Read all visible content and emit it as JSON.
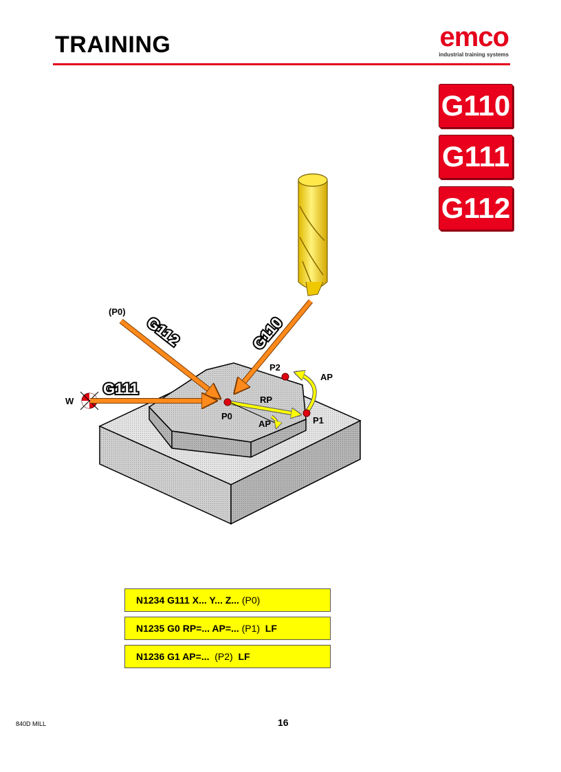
{
  "header": {
    "title": "TRAINING"
  },
  "logo": {
    "word": "emco",
    "tagline": "industrial training systems",
    "color": "#e4001b"
  },
  "badges": [
    "G110",
    "G111",
    "G112"
  ],
  "diagram": {
    "labels": {
      "p0_paren": "(P0)",
      "g112": "G112",
      "g110": "G110",
      "g111": "G111",
      "w": "W",
      "p2": "P2",
      "ap_top": "AP",
      "rp": "RP",
      "p0": "P0",
      "ap_inner": "AP",
      "p1": "P1"
    }
  },
  "code": [
    {
      "bold": "N1234  G111  X...  Y... Z...",
      "normal": "(P0)",
      "tail": ""
    },
    {
      "bold": "N1235  G0  RP=...  AP=...",
      "normal": "(P1)",
      "tail": "LF"
    },
    {
      "bold": "N1236  G1 AP=...",
      "normal": "(P2)",
      "tail": "LF"
    }
  ],
  "footer": {
    "left": "840D MILL",
    "page": "16"
  }
}
